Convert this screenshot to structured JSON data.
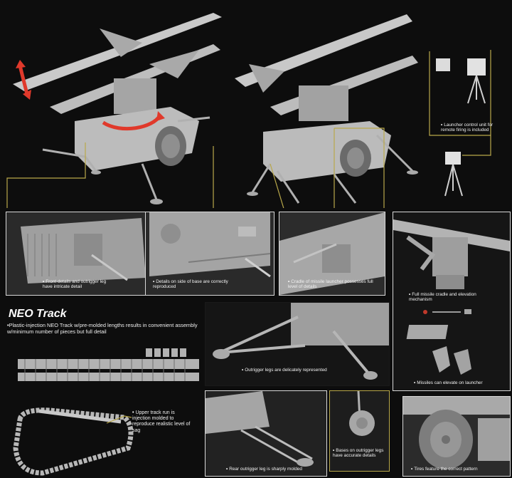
{
  "captions": {
    "launcher_control": "Launcher control unit for remote firing is included",
    "front_details": "Front details and outrigger leg have intricate detail",
    "base_details": "Details on side of base are correctly reproduced",
    "cradle_details": "Cradle of missile launcher possesses full level of details",
    "elevation_mechanism": "Full missile cradle and elevation mechanism",
    "missiles_elevate": "Missiles can elevate on launcher",
    "outrigger_legs": "Outrigger legs are delicately represented",
    "rear_outrigger": "Rear outrigger leg is sharply molded",
    "bases_on_legs": "Bases on outrigger legs have accurate details",
    "tires": "Tires feature the correct pattern"
  },
  "neo_track": {
    "title": "NEO Track",
    "description": "Plastic-injection NEO Track w/pre-molded lengths results in convenient assembly w/minimum number of pieces but full detail",
    "sag_note": "Upper track run is injection molded to reproduce realistic level of sag"
  },
  "colors": {
    "background": "#0d0d0d",
    "model_gray": "#b8b8b8",
    "leader_line": "#b9a84a",
    "rotation_arrow": "#e0392b",
    "panel_border": "#d8d8d8"
  }
}
